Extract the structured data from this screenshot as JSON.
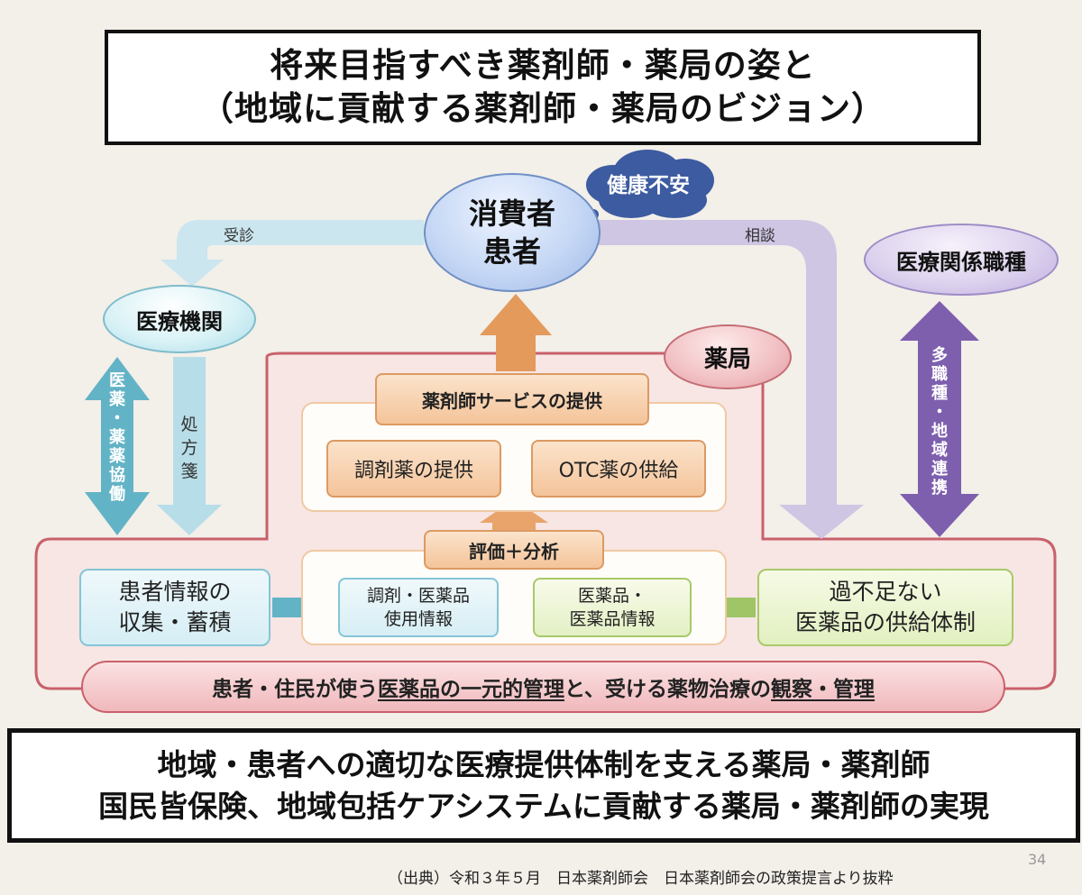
{
  "title": {
    "line1": "将来目指すべき薬剤師・薬局の姿と",
    "line2": "（地域に貢献する薬剤師・薬局のビジョン）"
  },
  "consumer": {
    "line1": "消費者",
    "line2": "患者"
  },
  "cloud": "健康不安",
  "medical_institution": "医療機関",
  "medical_professions": "医療関係職種",
  "pharmacy": "薬局",
  "arrows": {
    "visit": "受診",
    "consult": "相談",
    "collaboration_chars": [
      "医",
      "薬",
      "・",
      "薬",
      "薬",
      "協",
      "働"
    ],
    "prescription_chars": [
      "処",
      "方",
      "箋"
    ],
    "interprofessional_chars": [
      "多",
      "職",
      "種",
      "・",
      "地",
      "域",
      "連",
      "携"
    ]
  },
  "service": {
    "header": "薬剤師サービスの提供",
    "dispensing": "調剤薬の提供",
    "otc": "OTC薬の供給"
  },
  "analysis": {
    "header": "評価＋分析",
    "usage_info": {
      "line1": "調剤・医薬品",
      "line2": "使用情報"
    },
    "drug_info": {
      "line1": "医薬品・",
      "line2": "医薬品情報"
    }
  },
  "patient_info": {
    "line1": "患者情報の",
    "line2": "収集・蓄積"
  },
  "supply_system": {
    "line1": "過不足ない",
    "line2": "医薬品の供給体制"
  },
  "banner": {
    "part1": "患者・住民が使う",
    "u1": "医薬品の一元的管理",
    "part2": "と、受ける薬物治療の",
    "u2": "観察・管理"
  },
  "bottom": {
    "line1": "地域・患者への適切な医療提供体制を支える薬局・薬剤師",
    "line2": "国民皆保険、地域包括ケアシステムに貢献する薬局・薬剤師の実現"
  },
  "source": "（出典）令和３年５月　日本薬剤師会　日本薬剤師会の政策提言より抜粋",
  "page_number": "34",
  "colors": {
    "cyan_arrow": "#63b3c6",
    "light_cyan_arrow": "#a9d8e4",
    "lavender_arrow": "#bdb3da",
    "purple_arrow": "#7d5fae",
    "orange_arrow": "#e39a5b",
    "pink_border": "#c9616b",
    "green_arrow": "#9fc566"
  }
}
